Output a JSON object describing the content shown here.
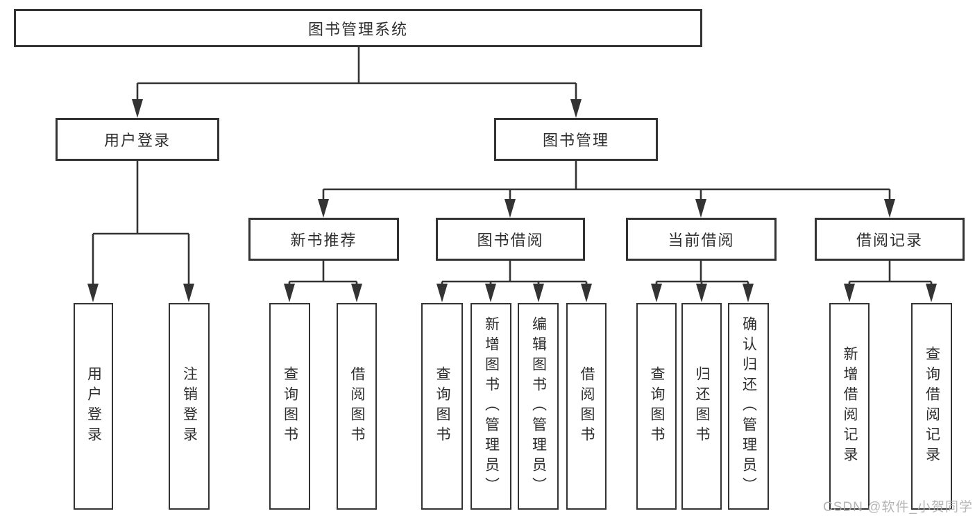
{
  "colors": {
    "line": "#333333",
    "box_bg": "#ffffff",
    "text": "#2e2e2e",
    "canvas_bg": "#ffffff",
    "watermark": "#adadad"
  },
  "tree": {
    "label": "图书管理系统",
    "children": [
      {
        "label": "用户登录",
        "children": [
          {
            "label": "用户登录"
          },
          {
            "label": "注销登录"
          }
        ]
      },
      {
        "label": "图书管理",
        "children": [
          {
            "label": "新书推荐",
            "children": [
              {
                "label": "查询图书"
              },
              {
                "label": "借阅图书"
              }
            ]
          },
          {
            "label": "图书借阅",
            "children": [
              {
                "label": "查询图书"
              },
              {
                "label": "新增图书（管理员）"
              },
              {
                "label": "编辑图书（管理员）"
              },
              {
                "label": "借阅图书"
              }
            ]
          },
          {
            "label": "当前借阅",
            "children": [
              {
                "label": "查询图书"
              },
              {
                "label": "归还图书"
              },
              {
                "label": "确认归还（管理员）"
              }
            ]
          },
          {
            "label": "借阅记录",
            "children": [
              {
                "label": "新增借阅记录"
              },
              {
                "label": "查询借阅记录"
              }
            ]
          }
        ]
      }
    ]
  },
  "watermark": {
    "text": "CSDN @软件_小贺同学"
  }
}
